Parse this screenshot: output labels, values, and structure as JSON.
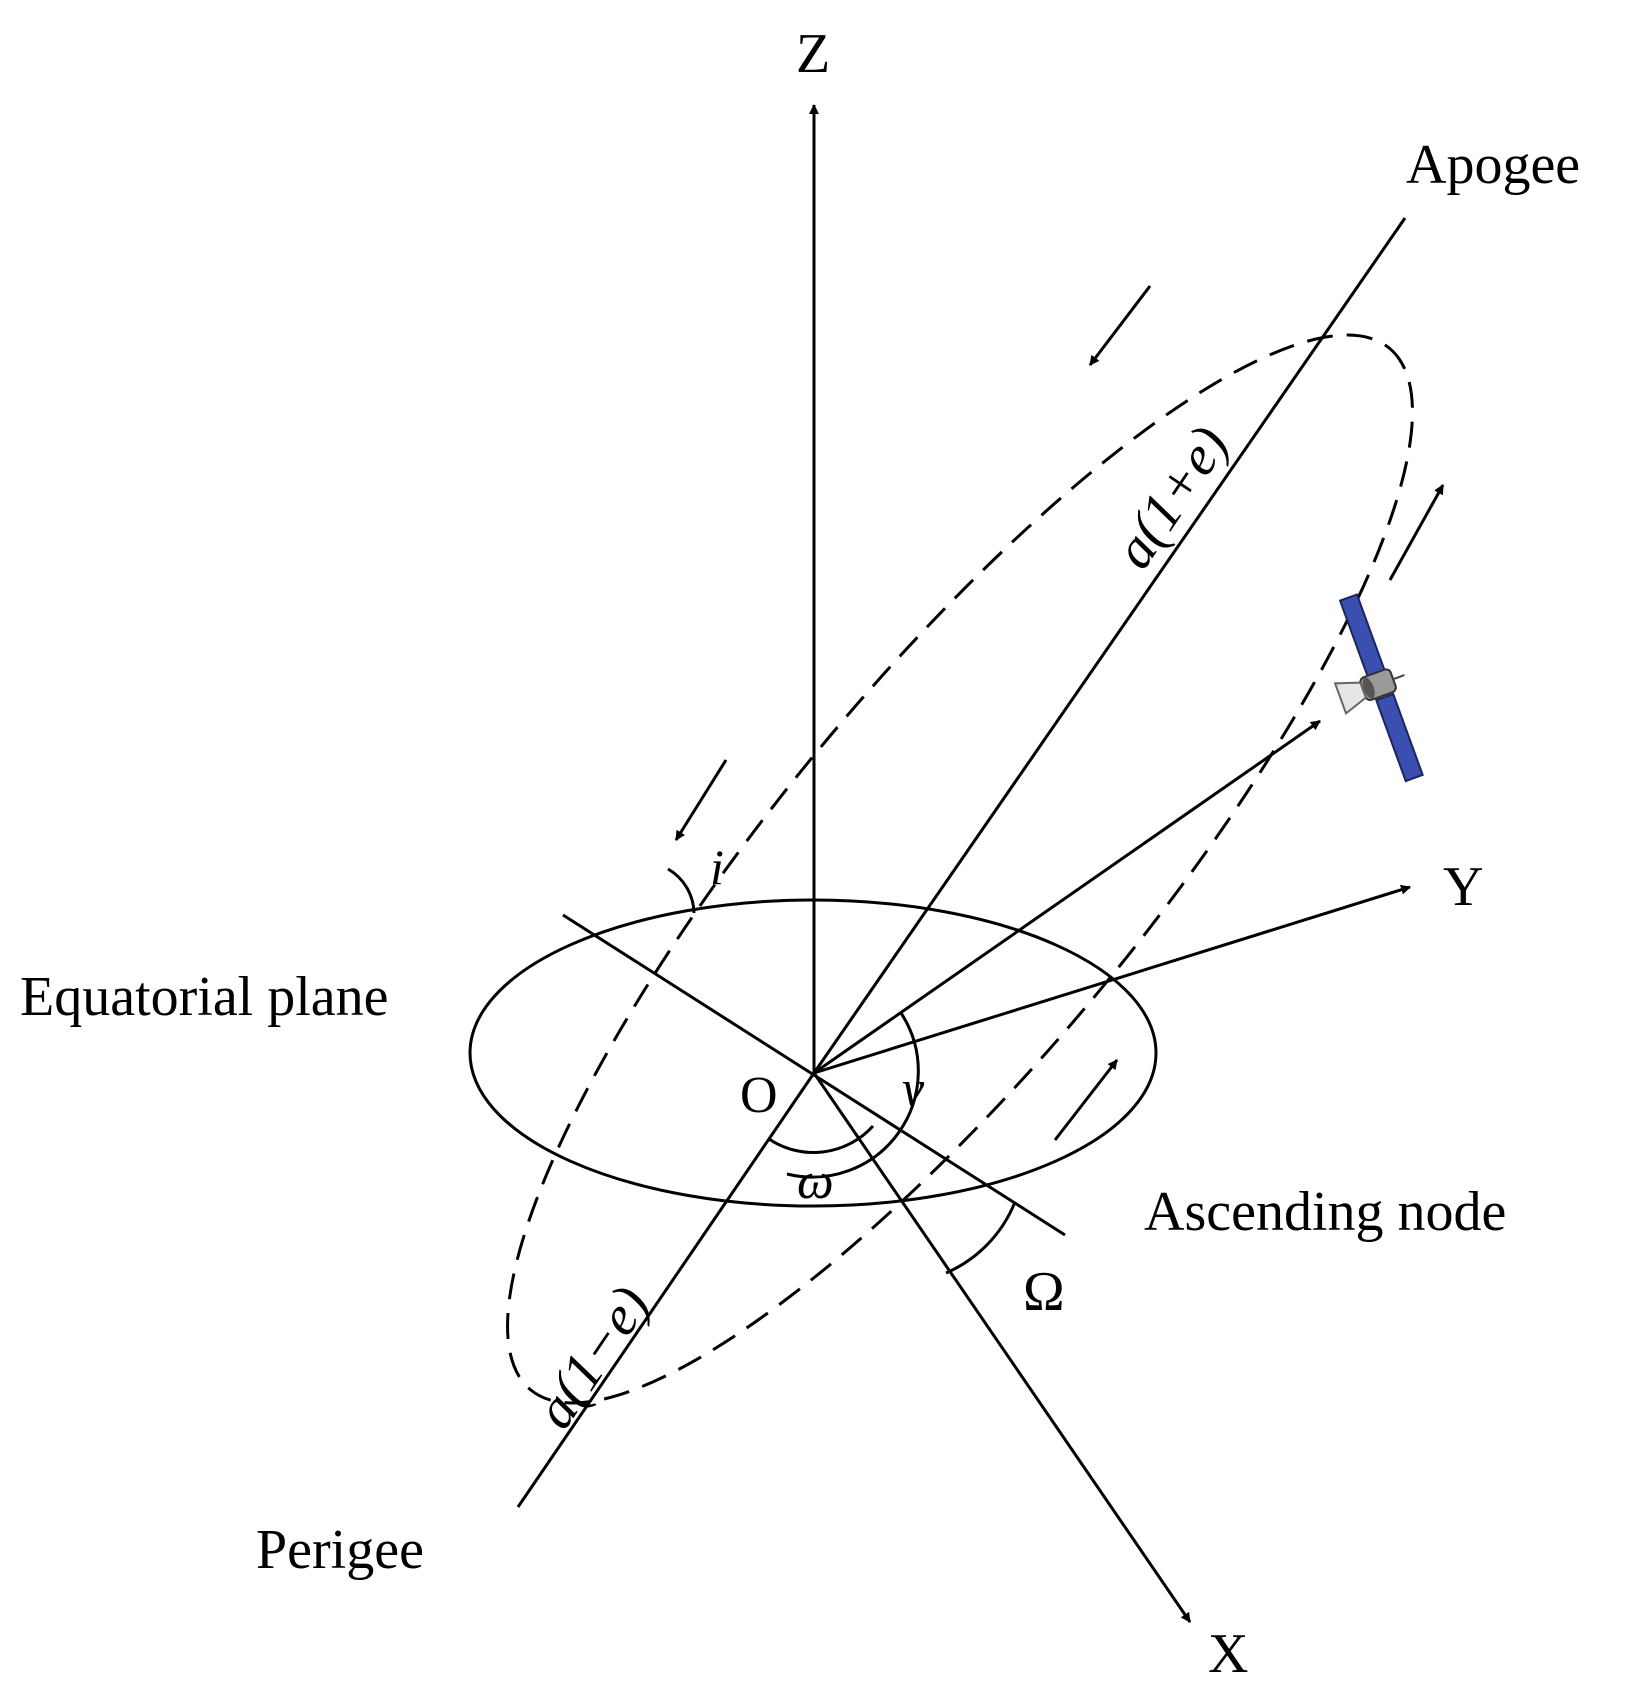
{
  "labels": {
    "axis_z": "Z",
    "axis_y": "Y",
    "axis_x": "X",
    "origin": "O",
    "apogee": "Apogee",
    "perigee": "Perigee",
    "equatorial_plane": "Equatorial plane",
    "ascending_node": "Ascending node",
    "apogee_distance": "a(1+e)",
    "perigee_distance": "a(1−e)",
    "inclination": "i",
    "true_anomaly": "v",
    "arg_of_perigee": "ω",
    "raan": "Ω"
  },
  "colors": {
    "ink": "#000000",
    "solar_panel": "#3a4fb0",
    "satellite_body": "#9a9a9a"
  },
  "icons": {
    "satellite": "satellite-icon"
  }
}
